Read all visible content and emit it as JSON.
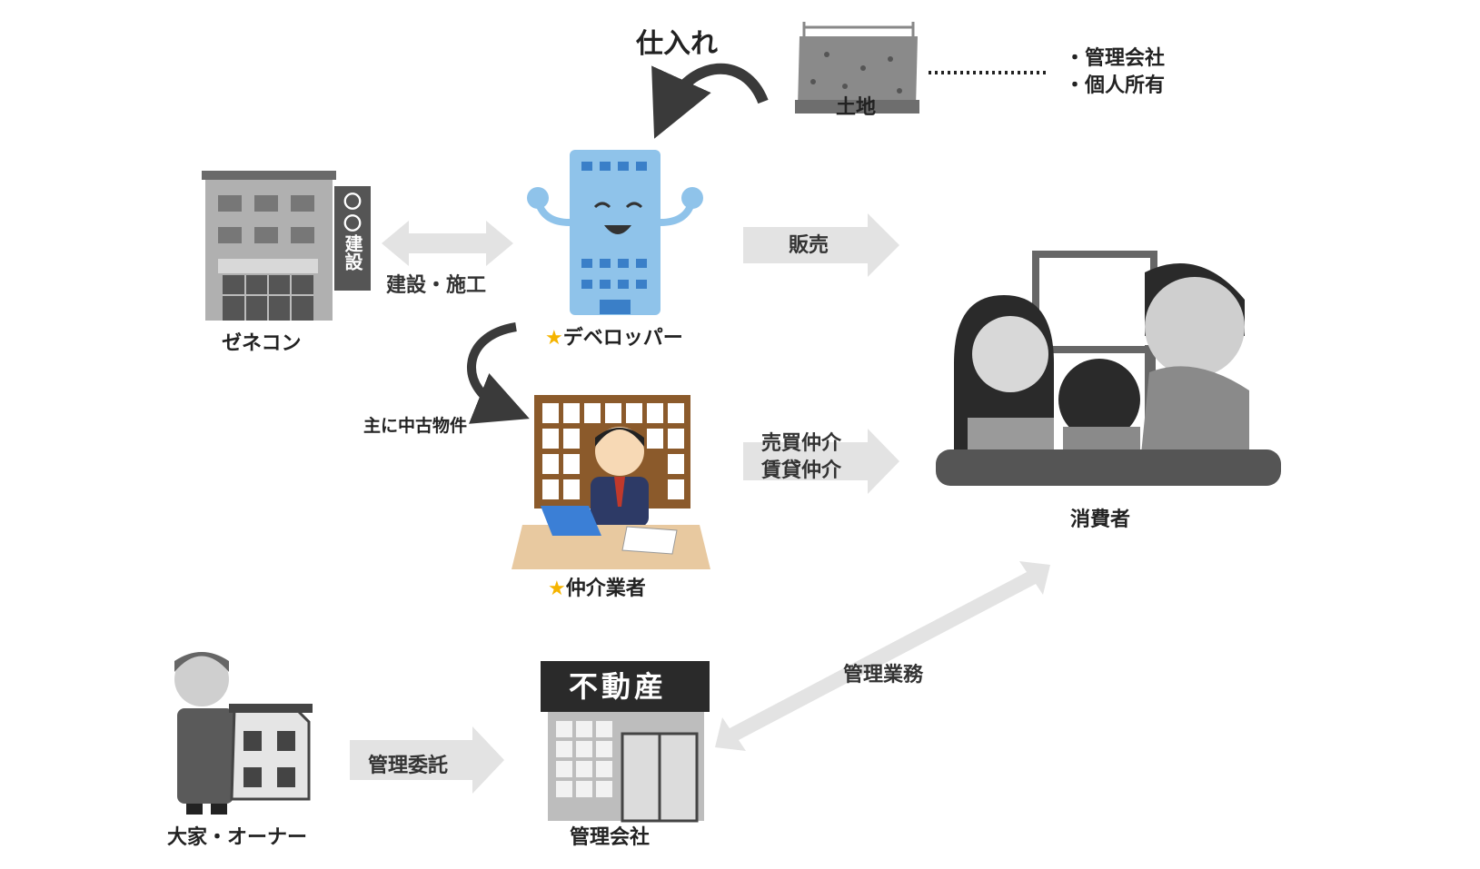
{
  "labels": {
    "shiire": "仕入れ",
    "tochi": "土地",
    "land_owners": [
      "・管理会社",
      "・個人所有"
    ],
    "zenecon": "ゼネコン",
    "zenecon_sign_top": "〇〇",
    "zenecon_sign_bottom": "建設",
    "kensetsu": "建設・施工",
    "developer_star": "★",
    "developer": "デベロッパー",
    "hanbai": "販売",
    "chuko": "主に中古物件",
    "baibai": "売買仲介",
    "chintai": "賃貸仲介",
    "broker_star": "★",
    "broker": "仲介業者",
    "consumer": "消費者",
    "kanri_gyomu": "管理業務",
    "owner": "大家・オーナー",
    "kanri_itaku": "管理委託",
    "kanri_kaisha": "管理会社",
    "fudosan_sign": "不動産"
  },
  "colors": {
    "star": "#f5b400",
    "arrow_fill": "#e3e3e3",
    "curved_arrow": "#3a3a3a",
    "developer_blue": "#8fc3ea",
    "broker_wall": "#8b5a2b"
  }
}
